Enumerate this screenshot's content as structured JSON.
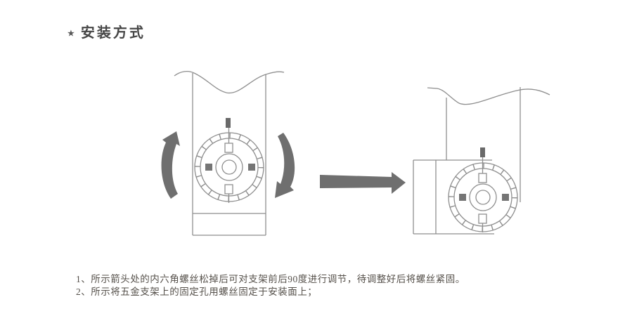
{
  "title": {
    "star_icon": "★",
    "text": "安装方式"
  },
  "notes": {
    "line1": "1、所示箭头处的内六角螺丝松掉后可对支架前后90度进行调节，待调整好后将螺丝紧固。",
    "line2": "2、所示将五金支架上的固定孔用螺丝固定于安装面上；"
  },
  "icons": {
    "title_star": "star-icon",
    "left_rotation_arrow": "rotate-counterclockwise-arrow",
    "right_rotation_arrow": "rotate-clockwise-arrow",
    "center_arrow": "right-arrow"
  },
  "colors": {
    "background": "#ffffff",
    "outline_gray": "#8e8e8e",
    "arrow_gray": "#6f6f6f",
    "marker_fill_gray": "#757575",
    "screw_fill_gray": "#696969",
    "title_text": "#464646",
    "note_text": "#55504a"
  }
}
